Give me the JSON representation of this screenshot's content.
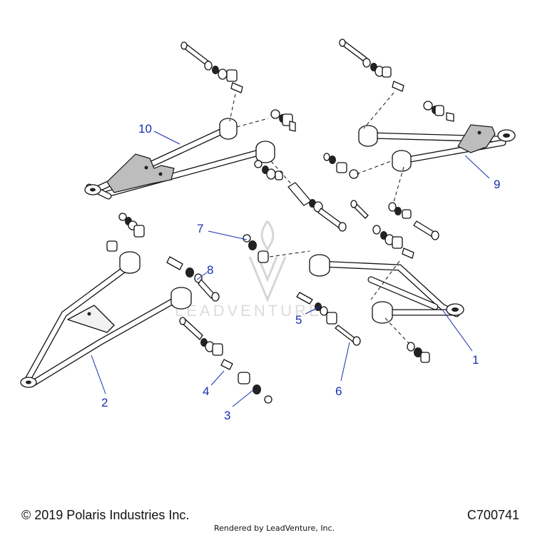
{
  "watermark": {
    "logo": "leadventure-logo",
    "text": "LEADVENTURE"
  },
  "callouts": [
    {
      "label": "1"
    },
    {
      "label": "2"
    },
    {
      "label": "3"
    },
    {
      "label": "4"
    },
    {
      "label": "5"
    },
    {
      "label": "6"
    },
    {
      "label": "7"
    },
    {
      "label": "8"
    },
    {
      "label": "9"
    },
    {
      "label": "10"
    }
  ],
  "footer": {
    "copyright": "© 2019 Polaris Industries Inc.",
    "code": "C700741",
    "rendered_by": "Rendered by LeadVenture, Inc."
  },
  "colors": {
    "callout": "#1a2fb0",
    "line": "#111111"
  }
}
